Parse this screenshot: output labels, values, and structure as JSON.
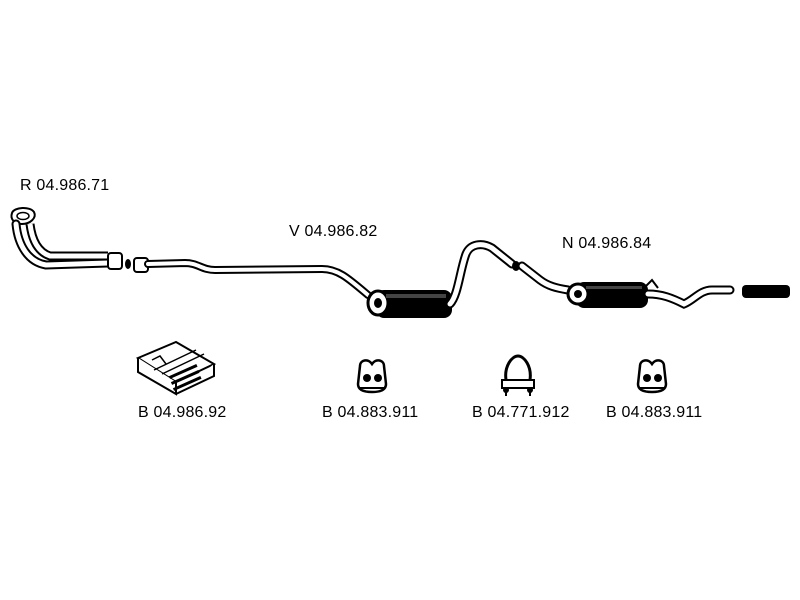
{
  "parts": {
    "front_pipe": {
      "code": "R 04.986.71"
    },
    "middle_silencer": {
      "code": "V 04.986.82"
    },
    "rear_silencer": {
      "code": "N 04.986.84"
    }
  },
  "accessories": [
    {
      "code": "B 04.986.92",
      "icon": "mounting-kit-box-icon"
    },
    {
      "code": "B 04.883.911",
      "icon": "rubber-hanger-icon"
    },
    {
      "code": "B 04.771.912",
      "icon": "exhaust-clamp-icon"
    },
    {
      "code": "B 04.883.911",
      "icon": "rubber-hanger-icon"
    }
  ],
  "colors": {
    "line": "#000000",
    "background": "#ffffff"
  }
}
